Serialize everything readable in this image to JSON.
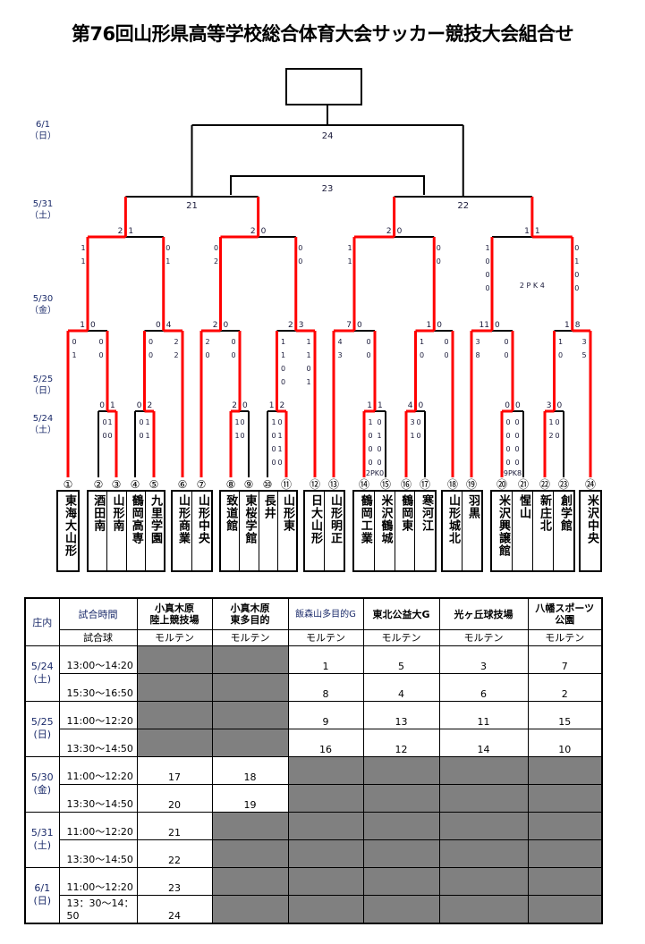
{
  "title": "第76回山形県高等学校総合体育大会サッカー競技大会組合せ",
  "dates": [
    {
      "date": "6/1",
      "dow": "（日）"
    },
    {
      "date": "5/31",
      "dow": "（土）"
    },
    {
      "date": "5/30",
      "dow": "（金）"
    },
    {
      "date": "5/25",
      "dow": "（日）"
    },
    {
      "date": "5/24",
      "dow": "（土）"
    }
  ],
  "teams": [
    {
      "no": "①",
      "name": "東海大山形"
    },
    {
      "no": "②",
      "name": "酒田南"
    },
    {
      "no": "③",
      "name": "山形南"
    },
    {
      "no": "④",
      "name": "鶴岡高専"
    },
    {
      "no": "⑤",
      "name": "九里学園"
    },
    {
      "no": "⑥",
      "name": "山形商業"
    },
    {
      "no": "⑦",
      "name": "山形中央"
    },
    {
      "no": "⑧",
      "name": "致道館"
    },
    {
      "no": "⑨",
      "name": "東桜学館"
    },
    {
      "no": "⑩",
      "name": "長井"
    },
    {
      "no": "⑪",
      "name": "山形東"
    },
    {
      "no": "⑫",
      "name": "日大山形"
    },
    {
      "no": "⑬",
      "name": "山形明正"
    },
    {
      "no": "⑭",
      "name": "鶴岡工業"
    },
    {
      "no": "⑮",
      "name": "米沢鶴城"
    },
    {
      "no": "⑯",
      "name": "鶴岡東"
    },
    {
      "no": "⑰",
      "name": "寒河江"
    },
    {
      "no": "⑱",
      "name": "山形城北"
    },
    {
      "no": "⑲",
      "name": "羽黒"
    },
    {
      "no": "⑳",
      "name": "米沢興譲館"
    },
    {
      "no": "㉑",
      "name": "惺山"
    },
    {
      "no": "㉒",
      "name": "新庄北"
    },
    {
      "no": "㉓",
      "name": "創学館"
    },
    {
      "no": "㉔",
      "name": "米沢中央"
    }
  ],
  "bracket": {
    "colors": {
      "win": "#ff0000",
      "line": "#000000"
    },
    "third_place_label": "23",
    "matches": [
      {
        "round": 1,
        "left": "t2",
        "right": "t3",
        "winner": "R",
        "score": [
          "0",
          "1"
        ],
        "pl": [
          "0",
          "0"
        ],
        "pr": [
          "1",
          "0"
        ]
      },
      {
        "round": 1,
        "left": "t4",
        "right": "t5",
        "winner": "R",
        "score": [
          "0",
          "2"
        ],
        "pl": [
          "0",
          "0"
        ],
        "pr": [
          "1",
          "1"
        ]
      },
      {
        "round": 1,
        "left": "t8",
        "right": "t9",
        "winner": "L",
        "score": [
          "2",
          "0"
        ],
        "pl": [
          "1",
          "1"
        ],
        "pr": [
          "0",
          "0"
        ]
      },
      {
        "round": 1,
        "left": "t10",
        "right": "t11",
        "winner": "R",
        "score": [
          "1",
          "2"
        ],
        "pl": [
          "1",
          "0",
          "0",
          "0"
        ],
        "pr": [
          "0",
          "1",
          "1",
          "0"
        ]
      },
      {
        "round": 1,
        "left": "t14",
        "right": "t15",
        "winner": "L",
        "score": [
          "1",
          "1"
        ],
        "pl": [
          "1",
          "0",
          "0",
          "0"
        ],
        "pr": [
          "0",
          "1",
          "0",
          "0"
        ],
        "pk": "2PK0"
      },
      {
        "round": 1,
        "left": "t16",
        "right": "t17",
        "winner": "L",
        "score": [
          "4",
          "0"
        ],
        "pl": [
          "3",
          "1"
        ],
        "pr": [
          "0",
          "0"
        ]
      },
      {
        "round": 1,
        "left": "t20",
        "right": "t21",
        "winner": "L",
        "score": [
          "0",
          "0"
        ],
        "pl": [
          "0",
          "0",
          "0",
          "0"
        ],
        "pr": [
          "0",
          "0",
          "0",
          "0"
        ],
        "pk": "9PK8"
      },
      {
        "round": 1,
        "left": "t22",
        "right": "t23",
        "winner": "L",
        "score": [
          "3",
          "0"
        ],
        "pl": [
          "1",
          "2"
        ],
        "pr": [
          "0",
          "0"
        ]
      },
      {
        "round": 2,
        "left": "t1",
        "right": "m0",
        "winner": "L",
        "score": [
          "1",
          "0"
        ],
        "pl": [
          "0",
          "1"
        ],
        "pr": [
          "0",
          "0"
        ]
      },
      {
        "round": 2,
        "left": "m1",
        "right": "t6",
        "winner": "R",
        "score": [
          "0",
          "4"
        ],
        "pl": [
          "0",
          "0"
        ],
        "pr": [
          "2",
          "2"
        ]
      },
      {
        "round": 2,
        "left": "t7",
        "right": "m2",
        "winner": "L",
        "score": [
          "2",
          "0"
        ],
        "pl": [
          "2",
          "0"
        ],
        "pr": [
          "0",
          "0"
        ]
      },
      {
        "round": 2,
        "left": "m3",
        "right": "t12",
        "winner": "R",
        "score": [
          "2",
          "3"
        ],
        "pl": [
          "1",
          "1",
          "0",
          "0"
        ],
        "pr": [
          "1",
          "1",
          "0",
          "1"
        ]
      },
      {
        "round": 2,
        "left": "t13",
        "right": "m4",
        "winner": "L",
        "score": [
          "7",
          "0"
        ],
        "pl": [
          "4",
          "3"
        ],
        "pr": [
          "0",
          "0"
        ]
      },
      {
        "round": 2,
        "left": "m5",
        "right": "t18",
        "winner": "L",
        "score": [
          "1",
          "0"
        ],
        "pl": [
          "1",
          "0"
        ],
        "pr": [
          "0",
          "0"
        ]
      },
      {
        "round": 2,
        "left": "t19",
        "right": "m6",
        "winner": "L",
        "score": [
          "11",
          "0"
        ],
        "pl": [
          "3",
          "8"
        ],
        "pr": [
          "0",
          "0"
        ]
      },
      {
        "round": 2,
        "left": "m7",
        "right": "t24",
        "winner": "R",
        "score": [
          "1",
          "8"
        ],
        "pl": [
          "1",
          "0"
        ],
        "pr": [
          "3",
          "5"
        ]
      },
      {
        "round": 3,
        "left": "m8",
        "right": "m9",
        "winner": "L",
        "score": [
          "2",
          "1"
        ],
        "pl": [
          "1",
          "1"
        ],
        "pr": [
          "0",
          "1"
        ]
      },
      {
        "round": 3,
        "left": "m10",
        "right": "m11",
        "winner": "L",
        "score": [
          "2",
          "0"
        ],
        "pl": [
          "0",
          "2"
        ],
        "pr": [
          "0",
          "0"
        ]
      },
      {
        "round": 3,
        "left": "m12",
        "right": "m13",
        "winner": "L",
        "score": [
          "2",
          "0"
        ],
        "pl": [
          "1",
          "1"
        ],
        "pr": [
          "0",
          "0"
        ]
      },
      {
        "round": 3,
        "left": "m14",
        "right": "m15",
        "winner": "R",
        "score": [
          "1",
          "1"
        ],
        "pl": [
          "1",
          "0",
          "0",
          "0"
        ],
        "pr": [
          "0",
          "1",
          "0",
          "0"
        ],
        "pk": "2 P K 4"
      },
      {
        "round": 4,
        "left": "m16",
        "right": "m17",
        "label": "21"
      },
      {
        "round": 4,
        "left": "m18",
        "right": "m19",
        "label": "22"
      },
      {
        "round": 5,
        "left": "m20",
        "right": "m21",
        "label": "24"
      }
    ]
  },
  "schedule": {
    "header": {
      "region": "庄内",
      "time": "試合時間",
      "ball_label": "試合球",
      "venues": [
        "小真木原\n陸上競技場",
        "小真木原\n東多目的",
        "飯森山多目的G",
        "東北公益大G",
        "光ヶ丘球技場",
        "八幡スポーツ\n公園"
      ],
      "balls": [
        "モルテン",
        "モルテン",
        "モルテン",
        "モルテン",
        "モルテン",
        "モルテン"
      ]
    },
    "days": [
      {
        "date": "5/24",
        "dow": "(土)",
        "slots": [
          {
            "time": "13:00～14:20",
            "cells": [
              null,
              null,
              "1",
              "5",
              "3",
              "7"
            ]
          },
          {
            "time": "15:30～16:50",
            "cells": [
              null,
              null,
              "8",
              "4",
              "6",
              "2"
            ]
          }
        ]
      },
      {
        "date": "5/25",
        "dow": "(日)",
        "slots": [
          {
            "time": "11:00～12:20",
            "cells": [
              null,
              null,
              "9",
              "13",
              "11",
              "15"
            ]
          },
          {
            "time": "13:30～14:50",
            "cells": [
              null,
              null,
              "16",
              "12",
              "14",
              "10"
            ]
          }
        ]
      },
      {
        "date": "5/30",
        "dow": "(金)",
        "slots": [
          {
            "time": "11:00～12:20",
            "cells": [
              "17",
              "18",
              null,
              null,
              null,
              null
            ]
          },
          {
            "time": "13:30～14:50",
            "cells": [
              "20",
              "19",
              null,
              null,
              null,
              null
            ]
          }
        ]
      },
      {
        "date": "5/31",
        "dow": "(土)",
        "slots": [
          {
            "time": "11:00～12:20",
            "cells": [
              "21",
              null,
              null,
              null,
              null,
              null
            ]
          },
          {
            "time": "13:30～14:50",
            "cells": [
              "22",
              null,
              null,
              null,
              null,
              null
            ]
          }
        ]
      },
      {
        "date": "6/1",
        "dow": "(日)",
        "slots": [
          {
            "time": "11:00～12:20",
            "cells": [
              "23",
              null,
              null,
              null,
              null,
              null
            ]
          },
          {
            "time": "13：30～14：50",
            "cells": [
              "24",
              null,
              null,
              null,
              null,
              null
            ]
          }
        ]
      }
    ]
  }
}
